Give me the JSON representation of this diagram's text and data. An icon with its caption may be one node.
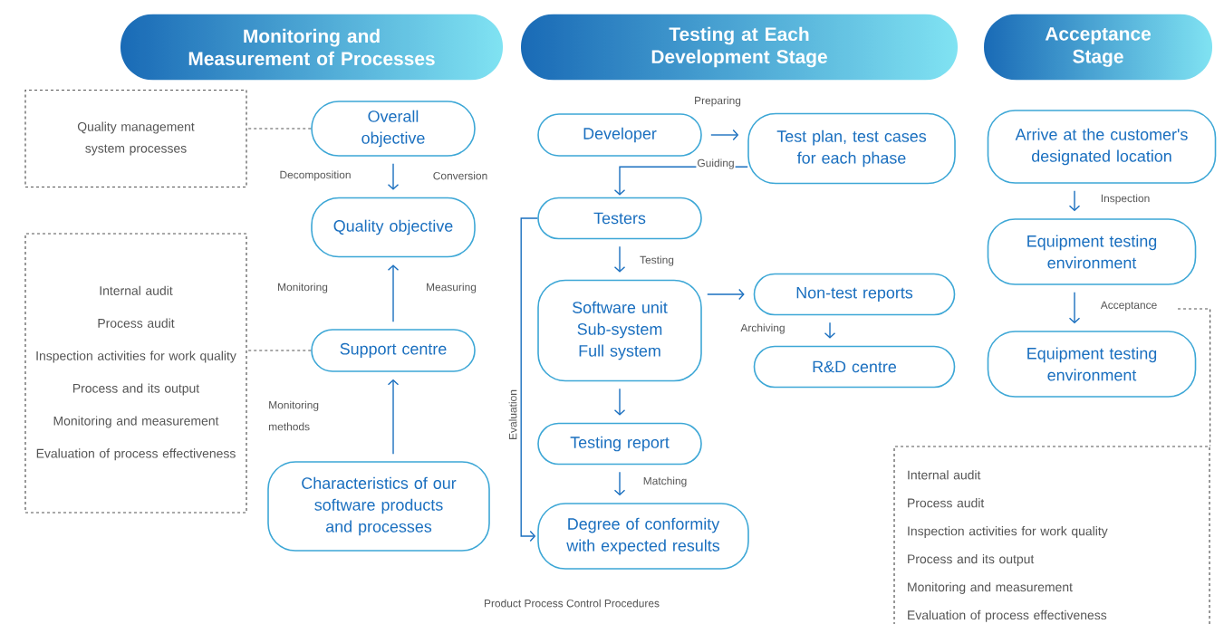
{
  "diagram": {
    "caption": "Product Process Control Procedures",
    "nodes": [
      {
        "text": [
          "Monitoring and Measurement of Processes"
        ]
      },
      {
        "text": [
          "Testing at Each Development Stage"
        ]
      },
      {
        "text": [
          "Acceptance Stage"
        ]
      },
      {
        "text": [
          "Quality management system processes"
        ]
      },
      {
        "text": [
          "Overall objective"
        ]
      },
      {
        "text": [
          "Quality objective"
        ]
      },
      {
        "text": [
          "Internal audit",
          "Process audit",
          "Inspection activities for work quality",
          "Process and its output",
          "Monitoring and measurement",
          "Evaluation of process effectiveness"
        ]
      },
      {
        "text": [
          "Support centre"
        ]
      },
      {
        "text": [
          "Characteristics of our software products and processes"
        ]
      },
      {
        "text": [
          "Developer"
        ]
      },
      {
        "text": [
          "Test plan, test cases for each phase"
        ]
      },
      {
        "text": [
          "Testers"
        ]
      },
      {
        "text": [
          "Software unit",
          "Sub-system",
          "Full system"
        ]
      },
      {
        "text": [
          "Non-test reports"
        ]
      },
      {
        "text": [
          "R&D centre"
        ]
      },
      {
        "text": [
          "Testing report"
        ]
      },
      {
        "text": [
          "Degree of conformity with expected results"
        ]
      },
      {
        "text": [
          "Arrive at the customer's designated location"
        ]
      },
      {
        "text": [
          "Equipment testing environment"
        ]
      },
      {
        "text": [
          "Equipment testing environment"
        ]
      },
      {
        "text": [
          "Internal audit",
          "Process audit",
          "Inspection activities for work quality",
          "Process and its output",
          "Monitoring and measurement",
          "Evaluation of process effectiveness"
        ]
      }
    ],
    "edges": [
      {
        "from": 4,
        "to": 3,
        "arrow": "none",
        "style": "dashed",
        "color": "#555555"
      },
      {
        "from": 4,
        "to": 5,
        "arrow": "to"
      },
      {
        "from": 7,
        "to": 5,
        "arrow": "to"
      },
      {
        "from": 8,
        "to": 7,
        "arrow": "to"
      },
      {
        "from": 7,
        "to": 6,
        "arrow": "none",
        "style": "dashed",
        "color": "#555555"
      },
      {
        "from": 9,
        "to": 10,
        "arrow": "to",
        "label": "Preparing"
      },
      {
        "from": 10,
        "to": 11,
        "arrow": "to",
        "label": "Guiding"
      },
      {
        "from": 11,
        "to": 12,
        "arrow": "to",
        "label": "Testing"
      },
      {
        "from": 12,
        "to": 13,
        "arrow": "to"
      },
      {
        "from": 13,
        "to": 14,
        "arrow": "to",
        "label": "Archiving"
      },
      {
        "from": 12,
        "to": 15,
        "arrow": "to"
      },
      {
        "from": 15,
        "to": 16,
        "arrow": "to",
        "label": "Matching"
      },
      {
        "from": 11,
        "to": 16,
        "arrow": "to",
        "label": "Evaluation"
      },
      {
        "from": 17,
        "to": 18,
        "arrow": "to",
        "label": "Inspection"
      },
      {
        "from": 18,
        "to": 19,
        "arrow": "to",
        "label": "Acceptance"
      },
      {
        "from": null,
        "to": 20,
        "arrow": "none",
        "style": "dashed",
        "color": "#555555"
      }
    ],
    "labels": [
      "Decomposition",
      "Conversion",
      "Monitoring",
      "Measuring",
      "Monitoring methods"
    ]
  }
}
